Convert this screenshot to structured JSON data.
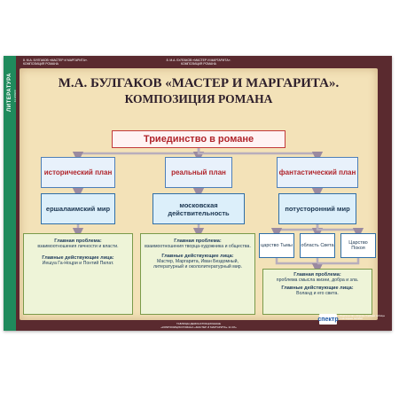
{
  "sidebar": {
    "title": "ЛИТЕРАТУРА",
    "grade": "11 КЛАСС"
  },
  "header": {
    "left_line1": "8. М.А. БУЛГАКОВ «МАСТЕР И МАРГАРИТА».",
    "left_line2": "КОМПОЗИЦИЯ РОМАНА",
    "center_line1": "8. М.А. БУЛГАКОВ «МАСТЕР И МАРГАРИТА».",
    "center_line2": "КОМПОЗИЦИЯ РОМАНА"
  },
  "title": {
    "line1": "М.А. БУЛГАКОВ «МАСТЕР И МАРГАРИТА».",
    "line2": "КОМПОЗИЦИЯ РОМАНА"
  },
  "main_box": "Триединство в романе",
  "plans": [
    {
      "name": "исторический план",
      "world": "ершалаимский мир"
    },
    {
      "name": "реальный план",
      "world": "московская действительность"
    },
    {
      "name": "фантастический план",
      "world": "потусторонний мир"
    }
  ],
  "realms": [
    "царство Тьмы",
    "область Света",
    "Царство Покоя"
  ],
  "info_boxes": [
    {
      "problem_label": "Главная проблема:",
      "problem": "взаимоотношения личности и власти.",
      "chars_label": "Главные действующие лица:",
      "chars": "Иешуа Га-Ноцри и Понтий Пилат."
    },
    {
      "problem_label": "Главная проблема:",
      "problem": "взаимоотношения творца-художника и общества.",
      "chars_label": "Главные действующие лица:",
      "chars": "Мастер, Маргарита, Иван Бездомный, литературный и окололитературный мир."
    },
    {
      "problem_label": "Главная проблема:",
      "problem": "проблема смысла жизни, добра и зла.",
      "chars_label": "Главные действующие лица:",
      "chars": "Воланд и его свита."
    }
  ],
  "footer": {
    "line1": "ТАБЛИЦЫ ДЕМОНСТРАЦИОННЫЕ",
    "line2": "«КОМПОЗИЦИЯ РОМАНА «МАСТЕР И МАРГАРИТА» 11 КЛ»",
    "logo": "спектр",
    "publisher": "Издательство «Спектр» Учебные таблицы и наглядные пособия"
  },
  "colors": {
    "frame": "#5a2a2f",
    "sidebar": "#1f8a5c",
    "parchment": "#f3e2b8",
    "accent": "#b0252b"
  }
}
